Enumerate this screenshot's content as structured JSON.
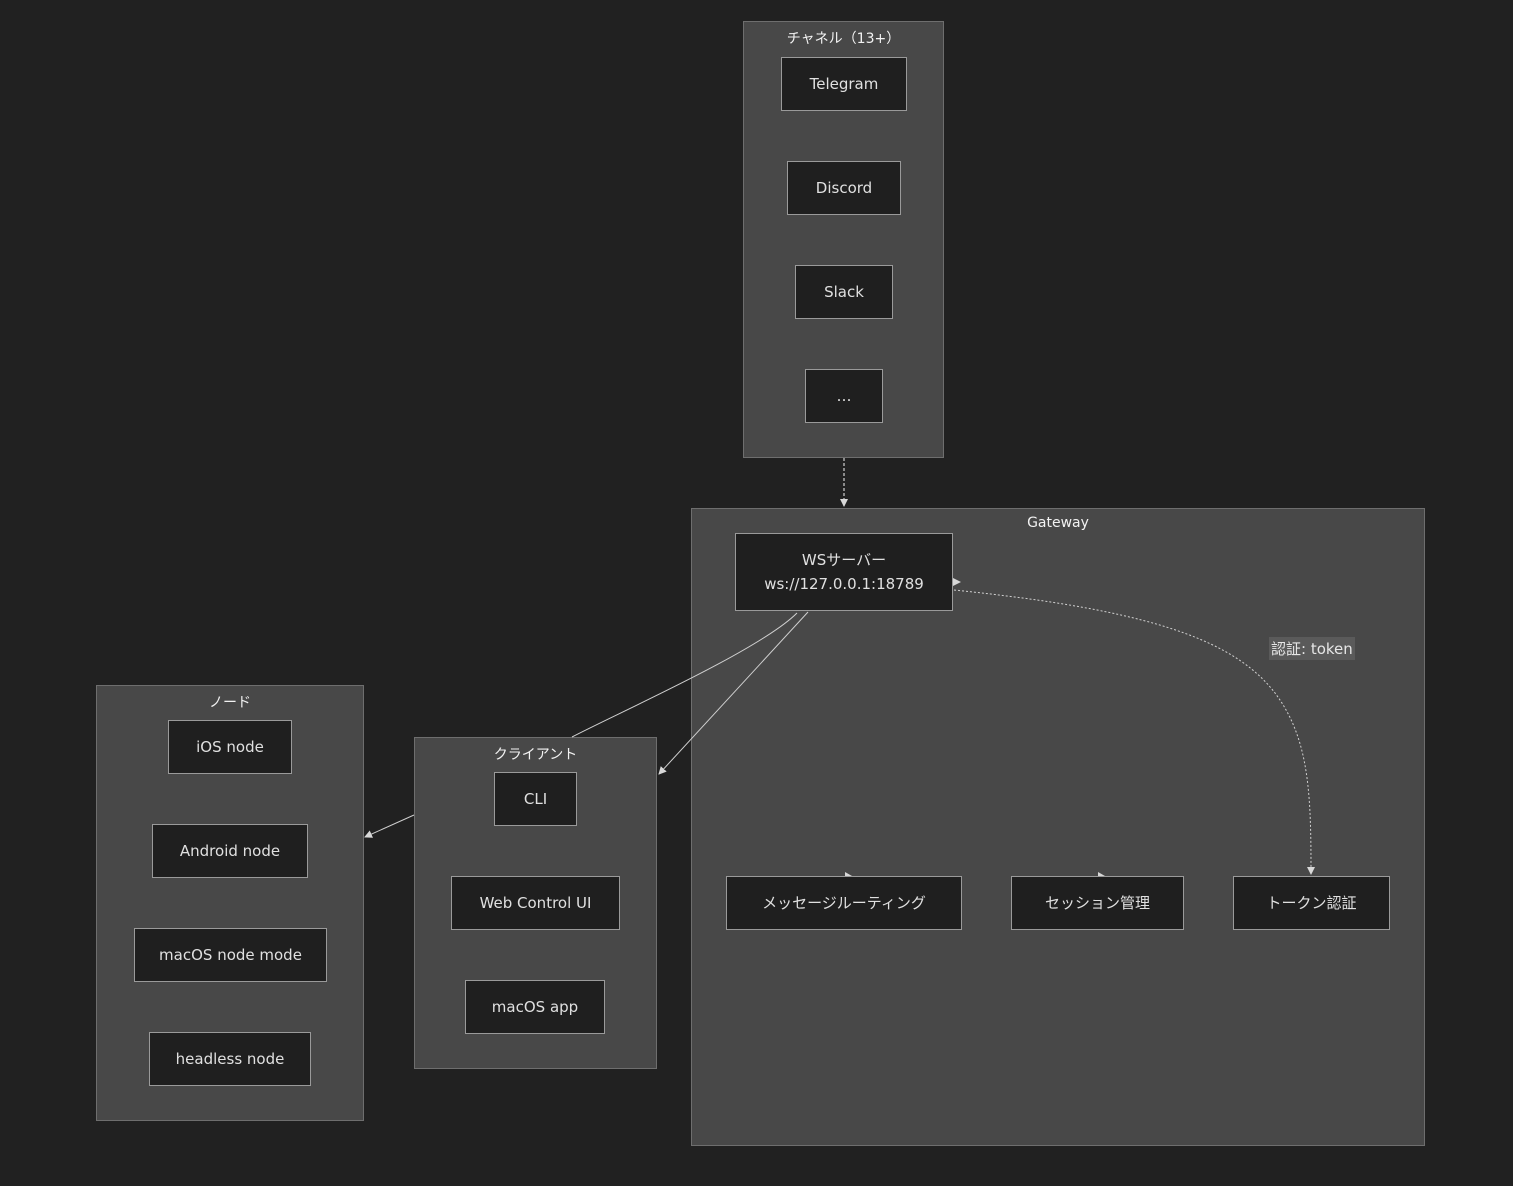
{
  "clusters": {
    "channels": {
      "title": "チャネル（13+）",
      "nodes": [
        "Telegram",
        "Discord",
        "Slack",
        "…"
      ]
    },
    "gateway": {
      "title": "Gateway",
      "ws_line1": "WSサーバー",
      "ws_line2": "ws://127.0.0.1:18789",
      "nodes": [
        "メッセージルーティング",
        "セッション管理",
        "トークン認証"
      ]
    },
    "clients": {
      "title": "クライアント",
      "nodes": [
        "CLI",
        "Web Control UI",
        "macOS app"
      ]
    },
    "nodes": {
      "title": "ノード",
      "nodes": [
        "iOS node",
        "Android node",
        "macOS node mode",
        "headless node"
      ]
    }
  },
  "edges": {
    "auth_label": "認証: token"
  },
  "colors": {
    "background": "#212121",
    "cluster": "#484848",
    "node": "#1f1f1f",
    "edge": "#d0d0d0"
  }
}
